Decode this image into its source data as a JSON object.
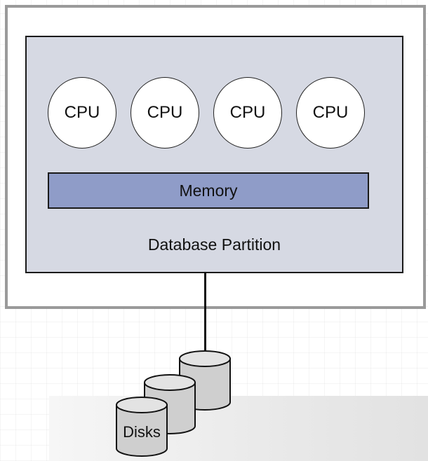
{
  "diagram": {
    "cpus": [
      "CPU",
      "CPU",
      "CPU",
      "CPU"
    ],
    "memory_label": "Memory",
    "partition_label": "Database Partition",
    "disks_label": "Disks"
  },
  "colors": {
    "partition_fill": "#d6d9e3",
    "memory_fill": "#8f9cc8",
    "frame_border": "#9a9a9a",
    "disk_fill": "#cfcfcf"
  }
}
